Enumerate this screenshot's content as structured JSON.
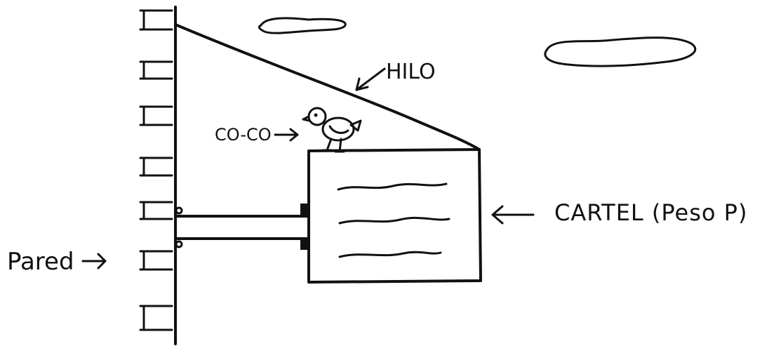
{
  "diagram": {
    "labels": {
      "hilo": "HILO",
      "coco": "CO-CO",
      "cartel": "CARTEL (Peso P)",
      "pared": "Pared"
    },
    "colors": {
      "ink": "#111111",
      "background": "#ffffff"
    }
  }
}
